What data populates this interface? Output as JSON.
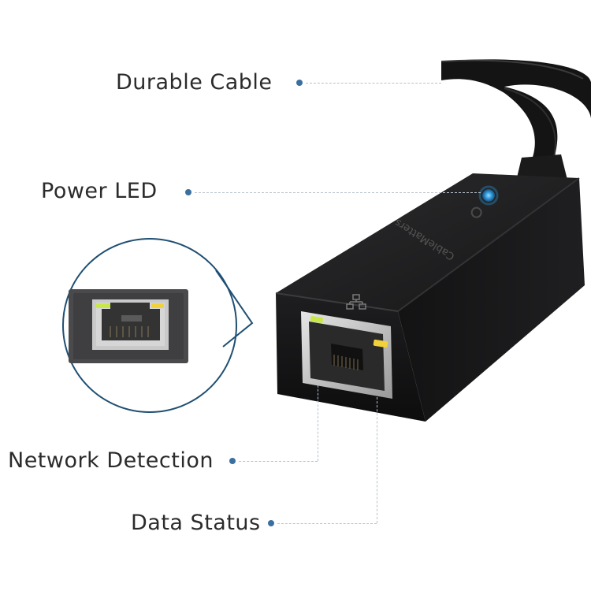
{
  "accent_color": "#3a6fa0",
  "callouts": {
    "durable_cable": "Durable Cable",
    "power_led": "Power LED",
    "network_detection": "Network Detection",
    "data_status": "Data Status"
  },
  "product": {
    "brand": "CableMatters",
    "led_color": "#2f9be0",
    "network_led_color": "#c8e84a",
    "data_led_color": "#f2d23a",
    "network_icon": "network-icon"
  }
}
